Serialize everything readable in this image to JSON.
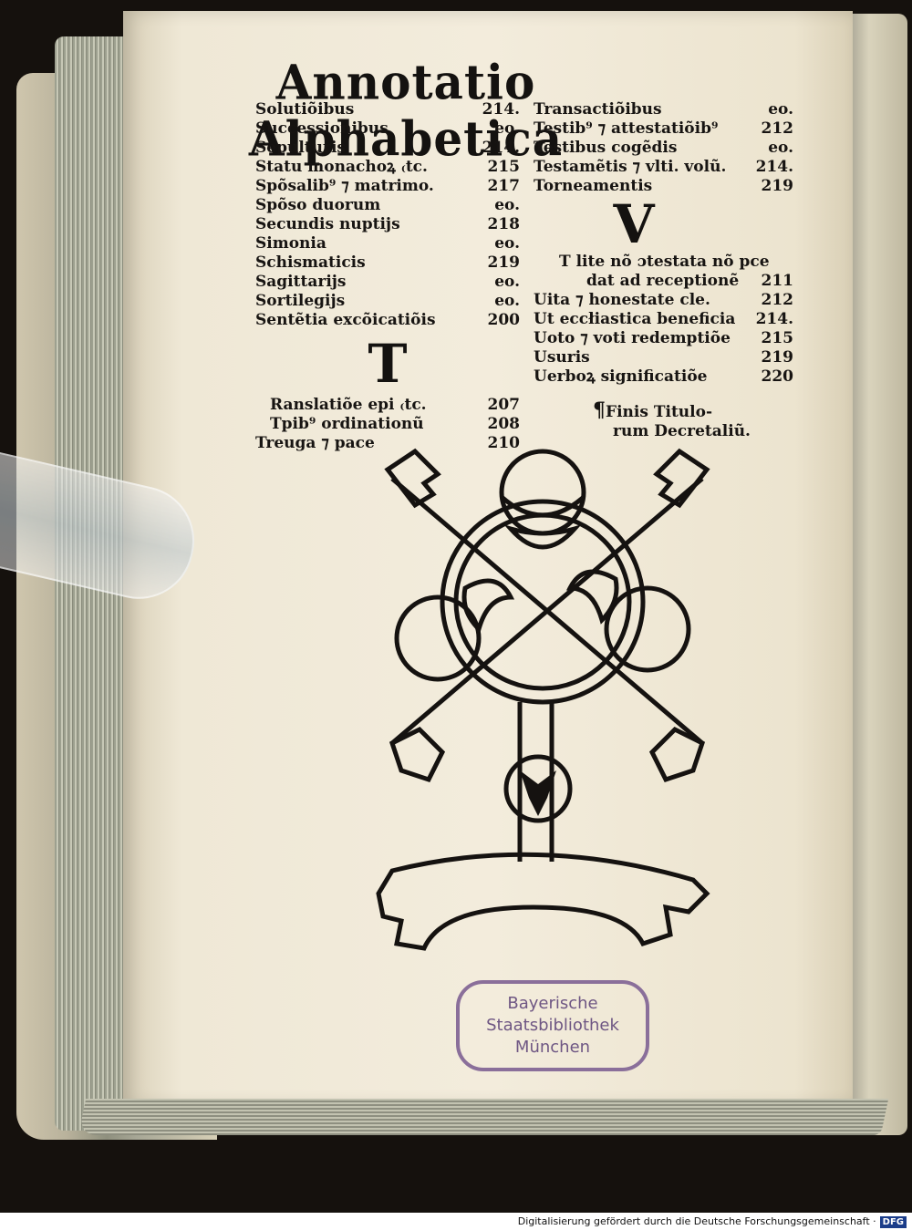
{
  "header": "Annotatio Alphabetica",
  "left_column": [
    {
      "term": "Solutiõibus",
      "page": "214."
    },
    {
      "term": "Successionibus",
      "page": "eo."
    },
    {
      "term": "Sepulturis",
      "page": "214."
    },
    {
      "term": "Statu monachoꝝ ₍tc.",
      "page": "215"
    },
    {
      "term": "Spõsalib⁹ ⁊ matrimo.",
      "page": "217"
    },
    {
      "term": "Spõso duorum",
      "page": "eo."
    },
    {
      "term": "Secundis nuptijs",
      "page": "218"
    },
    {
      "term": "Simonia",
      "page": "eo."
    },
    {
      "term": "Schismaticis",
      "page": "219"
    },
    {
      "term": "Sagittarijs",
      "page": "eo."
    },
    {
      "term": "Sortilegijs",
      "page": "eo."
    },
    {
      "term": "Sentẽtia excõicatiõis",
      "page": "200"
    }
  ],
  "letter_t": "T",
  "left_column_t": [
    {
      "term": "Ranslatiõe epi ₍tc.",
      "page": "207"
    },
    {
      "term": "Tpib⁹ ordinationũ",
      "page": "208"
    },
    {
      "term": "Treuga ⁊ pace",
      "page": "210"
    }
  ],
  "right_column": [
    {
      "term": "Transactiõibus",
      "page": "eo."
    },
    {
      "term": "Testib⁹ ⁊ attestatiõib⁹",
      "page": "212"
    },
    {
      "term": "Testibus cogẽdis",
      "page": "eo."
    },
    {
      "term": "Testamẽtis ⁊ vlti. volũ.",
      "page": "214."
    },
    {
      "term": "Torneamentis",
      "page": "219"
    }
  ],
  "letter_v": "V",
  "right_column_v": [
    {
      "term": "T lite nõ ɔtestata nõ pce",
      "page": ""
    },
    {
      "term": "dat ad receptionẽ",
      "page": "211"
    },
    {
      "term": "Uita ⁊ honestate cle.",
      "page": "212"
    },
    {
      "term": "Ut eccłiastica beneficia",
      "page": "214."
    },
    {
      "term": "Uoto ⁊ voti redemptiõe",
      "page": "215"
    },
    {
      "term": "Usuris",
      "page": "219"
    },
    {
      "term": "Uerboꝝ significatiõe",
      "page": "220"
    }
  ],
  "finis_line1": "Finis Titulo-",
  "finis_line2": "rum Decretaliũ.",
  "stamp": {
    "line1": "Bayerische",
    "line2": "Staatsbibliothek",
    "line3": "München"
  },
  "footer": {
    "text": "Digitalisierung gefördert durch die Deutsche Forschungsgemeinschaft ·",
    "logo": "DFG"
  }
}
